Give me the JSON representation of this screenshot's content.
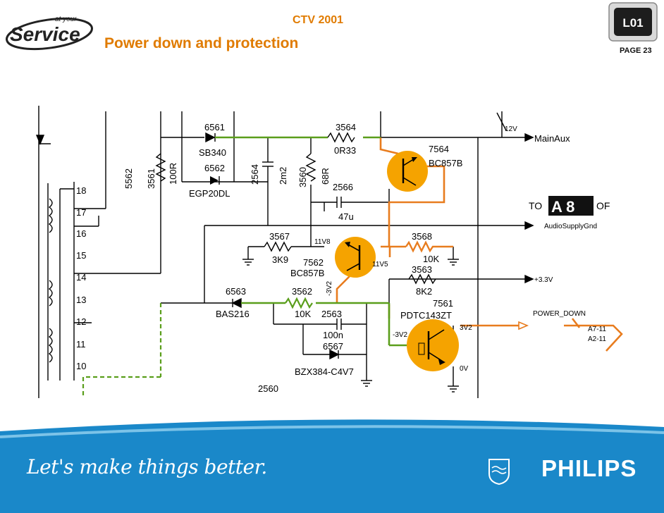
{
  "header": {
    "logo_top": "at your",
    "logo_word": "Service",
    "ctv_title": "CTV 2001",
    "title": "Power down and protection",
    "badge": "L01",
    "page_label": "PAGE",
    "page_number": "23"
  },
  "schematic": {
    "pins": [
      "18",
      "17",
      "16",
      "15",
      "14",
      "13",
      "12",
      "11",
      "10"
    ],
    "labels": {
      "d6561": "6561",
      "sb340": "SB340",
      "d6562": "6562",
      "egp20dl": "EGP20DL",
      "r5562": "5562",
      "r3561": "3561",
      "r100r": "100R",
      "c2564": "2564",
      "c2m2": "2m2",
      "r3560": "3560",
      "r68r": "68R",
      "r3564": "3564",
      "r0r33": "0R33",
      "c2566": "2566",
      "c47u": "47u",
      "q7564": "7564",
      "bc857b_top": "BC857B",
      "v12": "12V",
      "mainaux": "MainAux",
      "to": "TO",
      "a8": "A 8",
      "of": "OF",
      "audiogndnd": "AudioSupplyGnd",
      "r3567": "3567",
      "r3k9": "3K9",
      "v11v8": "11V8",
      "q7562": "7562",
      "bc857b_mid": "BC857B",
      "v11v5": "11V5",
      "r3568": "3568",
      "r10k_a": "10K",
      "r3563": "3563",
      "r8k2": "8K2",
      "v3v3": "+3.3V",
      "v3v2_a": "-3V2",
      "d6563": "6563",
      "bas216": "BAS216",
      "r3562": "3562",
      "r10k_b": "10K",
      "c2563": "2563",
      "c100n": "100n",
      "d6567": "6567",
      "bzx": "BZX384-C4V7",
      "q7561": "7561",
      "pdtc": "PDTC143ZT",
      "power_down": "POWER_DOWN",
      "v3v2_b": "-3V2",
      "v3v2_c": "3V2",
      "v0v": "0V",
      "a711": "A7-11",
      "a211": "A2-11",
      "c2560": "2560"
    }
  },
  "footer": {
    "slogan": "Let's make things better.",
    "brand": "PHILIPS"
  },
  "colors": {
    "orange": "#e07b00",
    "green": "#5a9e1b",
    "trace_orange": "#e87c1e",
    "footer_blue": "#1a88c9",
    "transistor": "#f5a300"
  }
}
